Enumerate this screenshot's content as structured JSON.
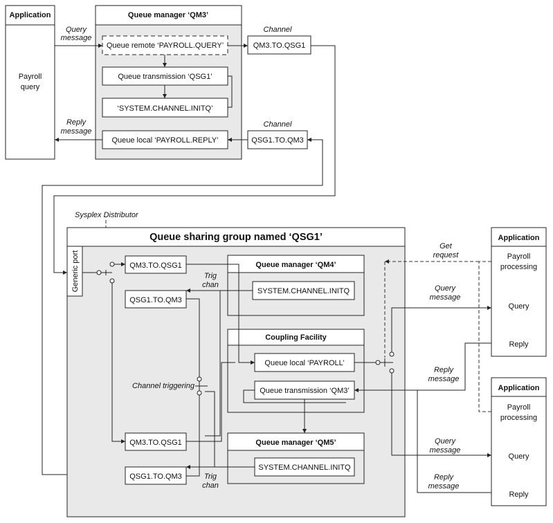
{
  "top": {
    "application": {
      "header": "Application",
      "body_line1": "Payroll",
      "body_line2": "query"
    },
    "qm3": {
      "title": "Queue manager ‘QM3’",
      "remote_queue": "Queue remote ‘PAYROLL.QUERY’",
      "transmission_queue": "Queue transmission ‘QSG1’",
      "initq": "‘SYSTEM.CHANNEL.INITQ’",
      "local_queue": "Queue local ‘PAYROLL.REPLY’"
    },
    "query_message": [
      "Query",
      "message"
    ],
    "reply_message": [
      "Reply",
      "message"
    ],
    "channel_label_1": "Channel",
    "channel_label_2": "Channel",
    "channel_out": "QM3.TO.QSG1",
    "channel_in": "QSG1.TO.QM3"
  },
  "qsg": {
    "sysplex_distributor": "Sysplex Distributor",
    "title": "Queue sharing group named ‘QSG1’",
    "generic_port": "Generic port",
    "qm4_title": "Queue manager ‘QM4’",
    "qm4_initq": "SYSTEM.CHANNEL.INITQ",
    "cf_title": "Coupling Facility",
    "cf_local": "Queue local ‘PAYROLL’",
    "cf_transmission": "Queue transmission ‘QM3’",
    "qm5_title": "Queue manager ‘QM5’",
    "qm5_initq": "SYSTEM.CHANNEL.INITQ",
    "ch_in_upper": "QM3.TO.QSG1",
    "ch_out_upper": "QSG1.TO.QM3",
    "ch_in_lower": "QM3.TO.QSG1",
    "ch_out_lower": "QSG1.TO.QM3",
    "trig_chan_upper": [
      "Trig",
      "chan"
    ],
    "trig_chan_lower": [
      "Trig",
      "chan"
    ],
    "channel_triggering": "Channel triggering"
  },
  "right": {
    "get_request": [
      "Get",
      "request"
    ],
    "query_message_1": [
      "Query",
      "message"
    ],
    "reply_message_1": [
      "Reply",
      "message"
    ],
    "query_message_2": [
      "Query",
      "message"
    ],
    "reply_message_2": [
      "Reply",
      "message"
    ],
    "app1": {
      "header": "Application",
      "line1": "Payroll",
      "line2": "processing",
      "query": "Query",
      "reply": "Reply"
    },
    "app2": {
      "header": "Application",
      "line1": "Payroll",
      "line2": "processing",
      "query": "Query",
      "reply": "Reply"
    }
  }
}
